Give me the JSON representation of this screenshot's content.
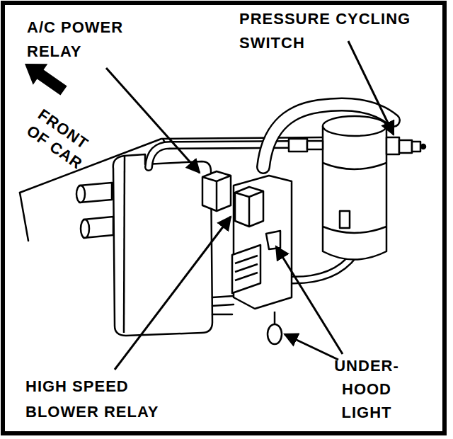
{
  "diagram": {
    "labels": [
      "A/C POWER RELAY",
      "PRESSURE CYCLING SWITCH",
      "FRONT OF CAR",
      "HIGH SPEED BLOWER RELAY",
      "UNDER- HOOD LIGHT"
    ]
  }
}
